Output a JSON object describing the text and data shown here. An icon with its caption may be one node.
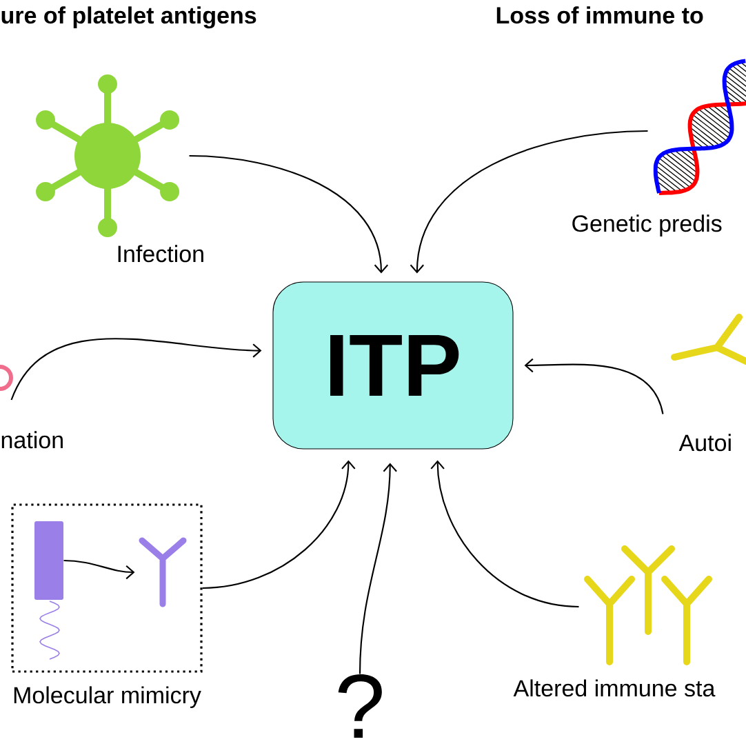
{
  "diagram": {
    "nodes": [
      {
        "text": [
          "ITP"
        ]
      },
      {
        "text": [],
        "shape": "picture",
        "beside": [
          "Infection"
        ]
      },
      {
        "text": [],
        "shape": "picture",
        "beside": [
          "Genetic predis"
        ]
      },
      {
        "text": [],
        "shape": "picture",
        "beside": [
          "nation"
        ]
      },
      {
        "text": [],
        "shape": "picture",
        "beside": [
          "Autoi"
        ]
      },
      {
        "text": [
          "Molecular mimicry"
        ]
      },
      {
        "text": [],
        "shape": "box",
        "in": 5
      },
      {
        "text": [],
        "shape": "picture",
        "in": 5
      },
      {
        "text": [
          "?"
        ]
      },
      {
        "text": [],
        "shape": "picture",
        "beside": [
          "Altered immune sta"
        ]
      }
    ],
    "edges": [
      {
        "from": 1,
        "to": 0,
        "arrow": "to"
      },
      {
        "from": 2,
        "to": 0,
        "arrow": "to"
      },
      {
        "from": 3,
        "to": 0,
        "arrow": "to"
      },
      {
        "from": 4,
        "to": 0,
        "arrow": "to"
      },
      {
        "from": 5,
        "to": 0,
        "arrow": "to"
      },
      {
        "from": 8,
        "to": 0,
        "arrow": "to"
      },
      {
        "from": 9,
        "to": 0,
        "arrow": "to"
      },
      {
        "from": 6,
        "to": 7,
        "arrow": "to"
      }
    ],
    "labels": [
      "ure of platelet antigens",
      "Loss of immune to"
    ]
  }
}
